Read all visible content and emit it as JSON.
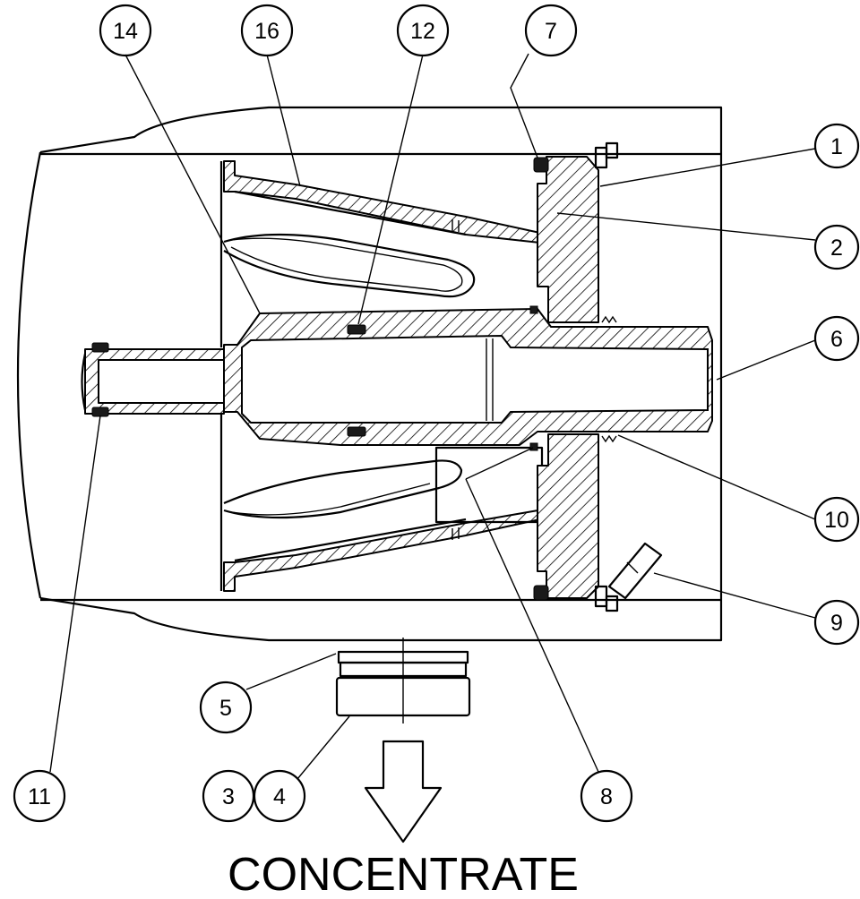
{
  "callouts": [
    {
      "id": "c14",
      "label": "14"
    },
    {
      "id": "c16",
      "label": "16"
    },
    {
      "id": "c12",
      "label": "12"
    },
    {
      "id": "c7",
      "label": "7"
    },
    {
      "id": "c1",
      "label": "1"
    },
    {
      "id": "c2",
      "label": "2"
    },
    {
      "id": "c6",
      "label": "6"
    },
    {
      "id": "c10",
      "label": "10"
    },
    {
      "id": "c9",
      "label": "9"
    },
    {
      "id": "c5",
      "label": "5"
    },
    {
      "id": "c3",
      "label": "3"
    },
    {
      "id": "c4",
      "label": "4"
    },
    {
      "id": "c11",
      "label": "11"
    },
    {
      "id": "c8",
      "label": "8"
    }
  ],
  "outlet_caption": "CONCENTRATE",
  "colors": {
    "line": "#000000",
    "background": "#ffffff",
    "seal": "#1a1a1a"
  }
}
